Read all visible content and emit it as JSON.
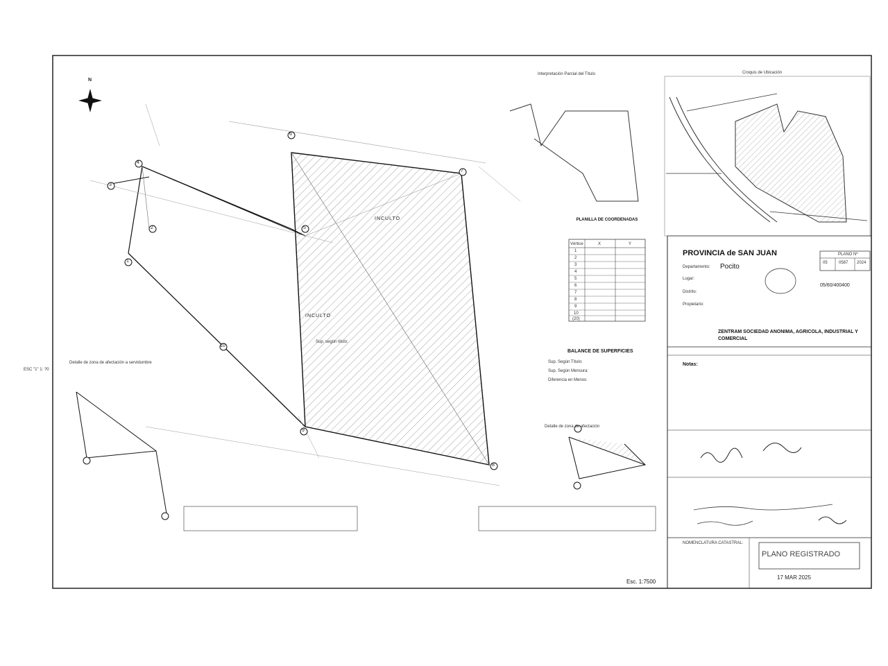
{
  "sheet": {
    "scale": "Esc. 1:7500",
    "scale_side": "ESC \"1\" 1: ?0",
    "compass_label": "N"
  },
  "title_block": {
    "province": "PROVINCIA de SAN JUAN",
    "plano_label": "PLANO Nº",
    "plano_parts": [
      "05",
      "0587",
      "2024"
    ],
    "department_label": "Departamento:",
    "department_value": "Pocito",
    "lugar_label": "Lugar:",
    "distrito_label": "Distrito:",
    "propietario_label": "Propietario:",
    "owner": "ZENTRAM SOCIEDAD ANONIMA, AGRICOLA, INDUSTRIAL Y COMERCIAL",
    "notes_title": "Notas:",
    "nomenclatura": "NOMENCLATURA CATASTRAL:",
    "code": "05/60/400400"
  },
  "coords": {
    "title": "PLANILLA DE COORDENADAS",
    "headers": [
      "Vértice",
      "X",
      "Y"
    ],
    "rows": [
      [
        "1",
        "",
        ""
      ],
      [
        "2",
        "",
        ""
      ],
      [
        "3",
        "",
        ""
      ],
      [
        "4",
        "",
        ""
      ],
      [
        "5",
        "",
        ""
      ],
      [
        "6",
        "",
        ""
      ],
      [
        "7",
        "",
        ""
      ],
      [
        "8",
        "",
        ""
      ],
      [
        "9",
        "",
        ""
      ],
      [
        "10",
        "",
        ""
      ],
      [
        "(20)",
        "",
        ""
      ]
    ]
  },
  "balance": {
    "title": "BALANCE DE SUPERFICIES",
    "row1_label": "Sup. Según Título:",
    "row2_label": "Sup. Según Mensura:",
    "row3_label": "Diferencia en Menos:"
  },
  "labels": {
    "inculto1": "INCULTO",
    "inculto2": "INCULTO",
    "sup_label": "Sup. según título:",
    "detail_left": "Detalle de zona de afectación a servidumbre",
    "detail_right": "Detalle de zona de afectación",
    "croquis": "Croquis de Ubicación",
    "interp": "Interpretación Parcial del Título"
  },
  "vertices": [
    "1",
    "2",
    "3",
    "4",
    "5",
    "6",
    "7",
    "8",
    "9",
    "10"
  ],
  "stamp": {
    "line1": "PLANO REGISTRADO",
    "date": "17 MAR 2025"
  }
}
